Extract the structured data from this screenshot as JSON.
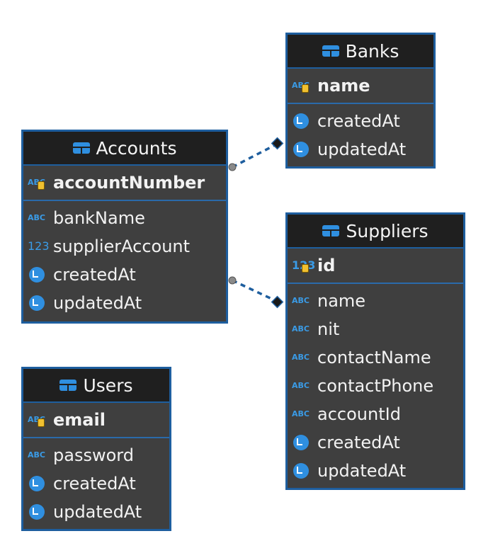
{
  "tables": {
    "banks": {
      "name": "Banks",
      "pk": {
        "name": "name",
        "icon": "abc-key-icon"
      },
      "columns": [
        {
          "name": "createdAt",
          "icon": "clock-icon"
        },
        {
          "name": "updatedAt",
          "icon": "clock-icon"
        }
      ]
    },
    "accounts": {
      "name": "Accounts",
      "pk": {
        "name": "accountNumber",
        "icon": "abc-key-icon"
      },
      "columns": [
        {
          "name": "bankName",
          "icon": "abc-icon",
          "type_text": "ABC"
        },
        {
          "name": "supplierAccount",
          "icon": "number-icon",
          "type_text": "123"
        },
        {
          "name": "createdAt",
          "icon": "clock-icon"
        },
        {
          "name": "updatedAt",
          "icon": "clock-icon"
        }
      ]
    },
    "suppliers": {
      "name": "Suppliers",
      "pk": {
        "name": "id",
        "icon": "number-key-icon"
      },
      "columns": [
        {
          "name": "name",
          "icon": "abc-icon",
          "type_text": "ABC"
        },
        {
          "name": "nit",
          "icon": "abc-icon",
          "type_text": "ABC"
        },
        {
          "name": "contactName",
          "icon": "abc-icon",
          "type_text": "ABC"
        },
        {
          "name": "contactPhone",
          "icon": "abc-icon",
          "type_text": "ABC"
        },
        {
          "name": "accountId",
          "icon": "abc-icon",
          "type_text": "ABC"
        },
        {
          "name": "createdAt",
          "icon": "clock-icon"
        },
        {
          "name": "updatedAt",
          "icon": "clock-icon"
        }
      ]
    },
    "users": {
      "name": "Users",
      "pk": {
        "name": "email",
        "icon": "abc-key-icon"
      },
      "columns": [
        {
          "name": "password",
          "icon": "abc-icon",
          "type_text": "ABC"
        },
        {
          "name": "createdAt",
          "icon": "clock-icon"
        },
        {
          "name": "updatedAt",
          "icon": "clock-icon"
        }
      ]
    }
  },
  "icon_text": {
    "abc": "ABC",
    "num": "123"
  },
  "colors": {
    "accent": "#1e5e9e",
    "header_bg": "#1f1f1f",
    "body_bg": "#3f3f3f",
    "icon_blue": "#2f8fe0",
    "link": "#1e5e9e"
  },
  "relations": [
    {
      "from": "accounts",
      "to": "banks"
    },
    {
      "from": "accounts",
      "to": "suppliers"
    }
  ]
}
